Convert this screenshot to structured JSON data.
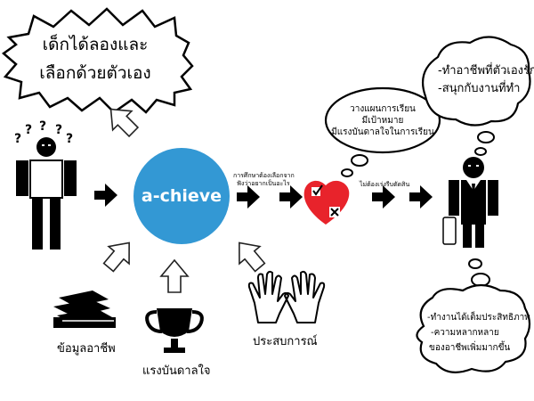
{
  "shout_bubble": {
    "line1": "เด็กได้ลองและ",
    "line2": "เลือกด้วยตัวเอง"
  },
  "hub": {
    "label": "a-chieve",
    "color": "#3398d4"
  },
  "inputs": {
    "info": "ข้อมูลอาชีพ",
    "inspiration": "แรงบันดาลใจ",
    "experience": "ประสบการณ์"
  },
  "flow_note_1": {
    "line1": "การศึกษาต้องเลือกจาก",
    "line2": "ฟังว่าอยากเป็นอะไร"
  },
  "flow_note_2": "ไม่ต้องเร่งรีบตัดสิน",
  "plan_bubble": {
    "line1": "วางแผนการเรียน",
    "line2": "มีเป้าหมาย",
    "line3": "มีแรงบันดาลใจในการเรียน"
  },
  "career_bubble": {
    "line1": "-ทำอาชีพที่ตัวเองรัก",
    "line2": "-สนุกกับงานที่ทำ"
  },
  "benefit_bubble": {
    "line1": "-ทำงานได้เต็มประสิทธิภาพ",
    "line2": "-ความหลากหลาย",
    "line3": "ของอาชีพเพิ่มมากขึ้น"
  },
  "colors": {
    "heart": "#e8232b",
    "hub": "#3398d4"
  }
}
